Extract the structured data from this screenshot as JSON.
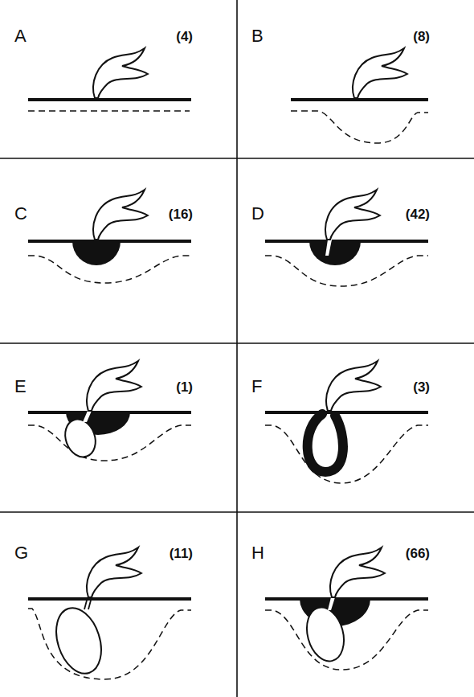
{
  "diagram": {
    "labels": [
      "A",
      "(4)",
      "B",
      "(8)",
      "C",
      "(16)",
      "D",
      "(42)",
      "E",
      "(1)",
      "F",
      "(3)",
      "G",
      "(11)",
      "H",
      "(66)"
    ]
  }
}
